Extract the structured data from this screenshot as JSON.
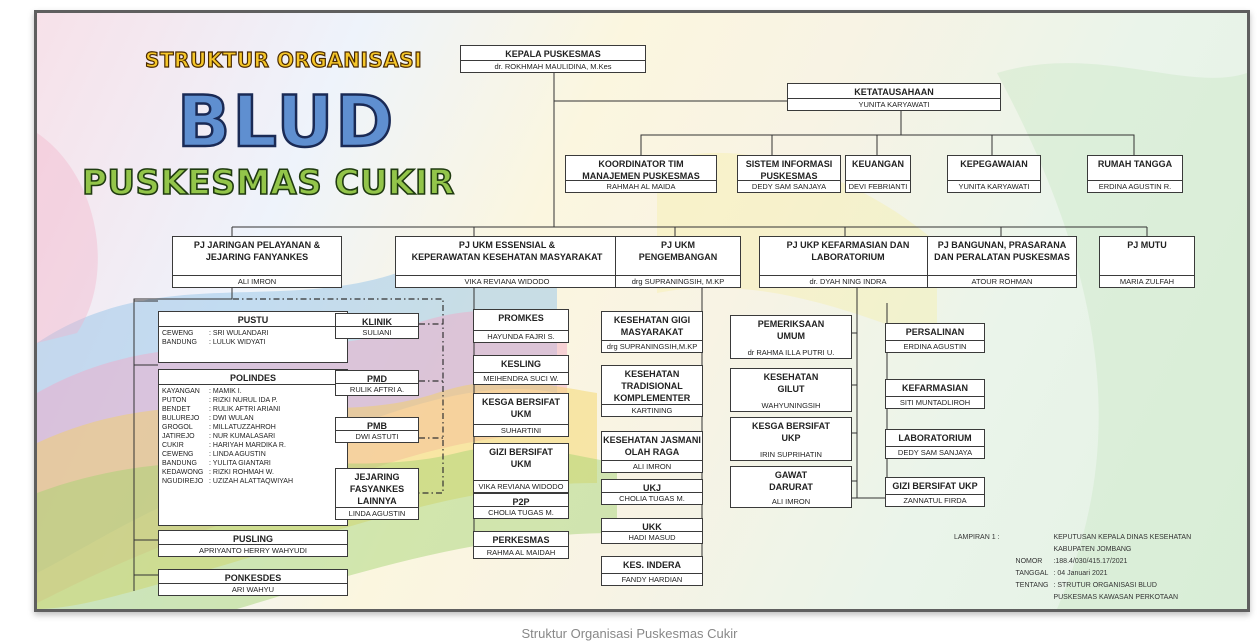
{
  "titles": {
    "struktur": "STRUKTUR ORGANISASI",
    "blud": "BLUD",
    "puskesmas": "PUSKESMAS CUKIR"
  },
  "kepala": {
    "title": "KEPALA PUSKESMAS",
    "name": "dr. ROKHMAH MAULIDINA, M.Kes"
  },
  "ketatausahaan": {
    "title": "KETATAUSAHAAN",
    "name": "YUNITA KARYAWATI"
  },
  "tu_units": [
    {
      "title": [
        "KOORDINATOR TIM",
        "MANAJEMEN PUSKESMAS"
      ],
      "name": "RAHMAH AL MAIDA"
    },
    {
      "title": [
        "SISTEM INFORMASI",
        "PUSKESMAS"
      ],
      "name": "DEDY SAM SANJAYA"
    },
    {
      "title": [
        "KEUANGAN"
      ],
      "name": "DEVI FEBRIANTI"
    },
    {
      "title": [
        "KEPEGAWAIAN"
      ],
      "name": "YUNITA KARYAWATI"
    },
    {
      "title": [
        "RUMAH TANGGA"
      ],
      "name": "ERDINA AGUSTIN R."
    }
  ],
  "pj": [
    {
      "title": [
        "PJ JARINGAN PELAYANAN &",
        "JEJARING FANYANKES"
      ],
      "name": "ALI IMRON"
    },
    {
      "title": [
        "PJ UKM ESSENSIAL &",
        "KEPERAWATAN KESEHATAN MASYARAKAT"
      ],
      "name": "VIKA REVIANA WIDODO"
    },
    {
      "title": [
        "PJ UKM",
        "PENGEMBANGAN"
      ],
      "name": "drg SUPRANINGSIH, M.KP"
    },
    {
      "title": [
        "PJ UKP KEFARMASIAN DAN",
        "LABORATORIUM"
      ],
      "name": "dr. DYAH NING INDRA"
    },
    {
      "title": [
        "PJ BANGUNAN, PRASARANA",
        "DAN PERALATAN PUSKESMAS"
      ],
      "name": "ATOUR ROHMAN"
    },
    {
      "title": [
        "PJ MUTU"
      ],
      "name": "MARIA ZULFAH"
    }
  ],
  "pustu": {
    "title": "PUSTU",
    "rows": [
      [
        "CEWENG",
        ": SRI WULANDARI"
      ],
      [
        "BANDUNG",
        ": LULUK WIDYATI"
      ]
    ]
  },
  "polindes": {
    "title": "POLINDES",
    "rows": [
      [
        "KAYANGAN",
        ": MAMIK I."
      ],
      [
        "PUTON",
        ": RIZKI NURUL IDA P."
      ],
      [
        "BENDET",
        ": RULIK AFTRI ARIANI"
      ],
      [
        "BULUREJO",
        ": DWI WULAN"
      ],
      [
        "GROGOL",
        ": MILLATUZZAHROH"
      ],
      [
        "JATIREJO",
        ": NUR KUMALASARI"
      ],
      [
        "CUKIR",
        ": HARIYAH MARDIKA R."
      ],
      [
        "CEWENG",
        ": LINDA AGUSTIN"
      ],
      [
        "BANDUNG",
        ": YULITA GIANTARI"
      ],
      [
        "KEDAWONG",
        ": RIZKI ROHMAH W."
      ],
      [
        "NGUDIREJO",
        ": UZIZAH ALATTAQWIYAH"
      ]
    ]
  },
  "pusling": {
    "title": "PUSLING",
    "name": "APRIYANTO HERRY WAHYUDI"
  },
  "ponkesdes": {
    "title": "PONKESDES",
    "name": "ARI WAHYU"
  },
  "jejaring": [
    {
      "title": [
        "KLINIK"
      ],
      "name": "SULIANI"
    },
    {
      "title": [
        "PMD"
      ],
      "name": "RULIK AFTRI A."
    },
    {
      "title": [
        "PMB"
      ],
      "name": "DWI ASTUTI"
    },
    {
      "title": [
        "JEJARING",
        "FASYANKES",
        "LAINNYA"
      ],
      "name": "LINDA AGUSTIN"
    }
  ],
  "ukm_esensial": [
    {
      "title": [
        "PROMKES"
      ],
      "name": "HAYUNDA FAJRI S."
    },
    {
      "title": [
        "KESLING"
      ],
      "name": "MEIHENDRA SUCI W."
    },
    {
      "title": [
        "KESGA BERSIFAT",
        "UKM"
      ],
      "name": "SUHARTINI"
    },
    {
      "title": [
        "GIZI BERSIFAT",
        "UKM"
      ],
      "name": "VIKA REVIANA WIDODO"
    },
    {
      "title": [
        "P2P"
      ],
      "name": "CHOLIA TUGAS M."
    },
    {
      "title": [
        "PERKESMAS"
      ],
      "name": "RAHMA AL MAIDAH"
    }
  ],
  "ukm_pengembangan": [
    {
      "title": [
        "KESEHATAN GIGI",
        "MASYARAKAT"
      ],
      "name": "drg SUPRANINGSIH,M.KP"
    },
    {
      "title": [
        "KESEHATAN",
        "TRADISIONAL",
        "KOMPLEMENTER"
      ],
      "name": "KARTINING"
    },
    {
      "title": [
        "KESEHATAN JASMANI",
        "OLAH RAGA"
      ],
      "name": "ALI IMRON"
    },
    {
      "title": [
        "UKJ"
      ],
      "name": "CHOLIA TUGAS M."
    },
    {
      "title": [
        "UKK"
      ],
      "name": "HADI MASUD"
    },
    {
      "title": [
        "KES. INDERA"
      ],
      "name": "FANDY HARDIAN"
    }
  ],
  "ukp_left": [
    {
      "title": [
        "PEMERIKSAAN",
        "UMUM"
      ],
      "name": "dr RAHMA ILLA PUTRI U."
    },
    {
      "title": [
        "KESEHATAN",
        "GILUT"
      ],
      "name": "WAHYUNINGSIH"
    },
    {
      "title": [
        "KESGA BERSIFAT",
        "UKP"
      ],
      "name": "IRIN SUPRIHATIN"
    },
    {
      "title": [
        "GAWAT",
        "DARURAT"
      ],
      "name": "ALI IMRON"
    }
  ],
  "ukp_right": [
    {
      "title": [
        "PERSALINAN"
      ],
      "name": "ERDINA AGUSTIN"
    },
    {
      "title": [
        "KEFARMASIAN"
      ],
      "name": "SITI MUNTADLIROH"
    },
    {
      "title": [
        "LABORATORIUM"
      ],
      "name": "DEDY SAM SANJAYA"
    },
    {
      "title": [
        "GIZI BERSIFAT UKP"
      ],
      "name": "ZANNATUL FIRDA"
    }
  ],
  "lampiran": {
    "label": "LAMPIRAN 1 :",
    "lines": [
      [
        "",
        "KEPUTUSAN KEPALA DINAS KESEHATAN"
      ],
      [
        "",
        "KABUPATEN JOMBANG"
      ],
      [
        "NOMOR",
        ":188.4/030/415.17/2021"
      ],
      [
        "TANGGAL",
        ": 04 Januari 2021"
      ],
      [
        "TENTANG",
        ": STRUTUR ORGANISASI BLUD"
      ],
      [
        "",
        "PUSKESMAS KAWASAN PERKOTAAN"
      ]
    ]
  },
  "caption": "Struktur Organisasi Puskesmas Cukir"
}
